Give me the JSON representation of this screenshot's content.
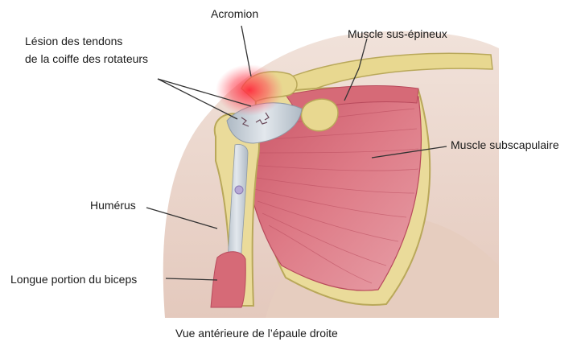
{
  "labels": {
    "acromion": "Acromion",
    "lesion_line1": "Lésion des tendons",
    "lesion_line2": "de la coiffe des rotateurs",
    "supraspinatus": "Muscle sus-épineux",
    "subscapularis": "Muscle subscapulaire",
    "humerus": "Humérus",
    "biceps": "Longue portion du biceps"
  },
  "caption": "Vue antérieure de l’épaule droite",
  "colors": {
    "skin": "#ecd9cf",
    "bone": "#e8d890",
    "bone_edge": "#b9a85a",
    "muscle": "#d66a77",
    "muscle_dark": "#b84a5c",
    "tendon": "#c9d3dc",
    "lesion": "#ff3b4a",
    "leader": "#333333"
  }
}
